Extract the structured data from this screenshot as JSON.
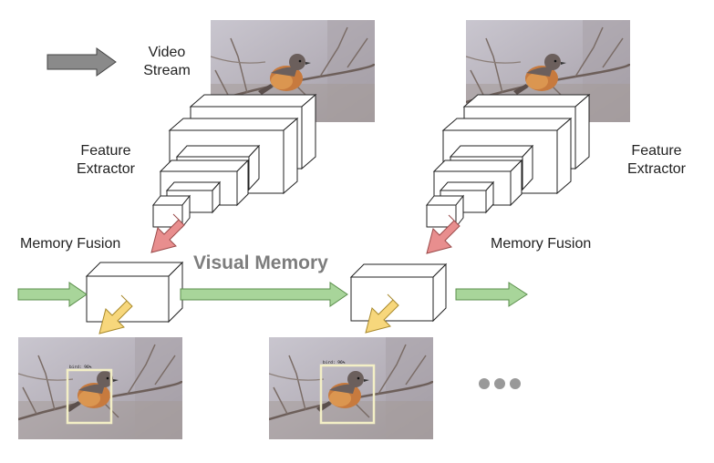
{
  "labels": {
    "video_stream": "Video\nStream",
    "feature_extractor_left": "Feature\nExtractor",
    "feature_extractor_right": "Feature\nExtractor",
    "memory_fusion_left": "Memory Fusion",
    "memory_fusion_right": "Memory Fusion",
    "visual_memory": "Visual Memory",
    "detection_label_left": "bird: 96%",
    "detection_label_right": "bird: 96%"
  },
  "colors": {
    "stream_arrow": "#8a8a8a",
    "memory_arrow": "#a8d59a",
    "feature_arrow": "#e88e8e",
    "output_arrow": "#f7d77c",
    "detection_box": "#f3efc6",
    "continuation_dots": "#999999"
  },
  "icons": [
    "video-stream-arrow",
    "feature-arrow",
    "output-arrow",
    "memory-flow-arrow",
    "ellipsis-dots"
  ]
}
